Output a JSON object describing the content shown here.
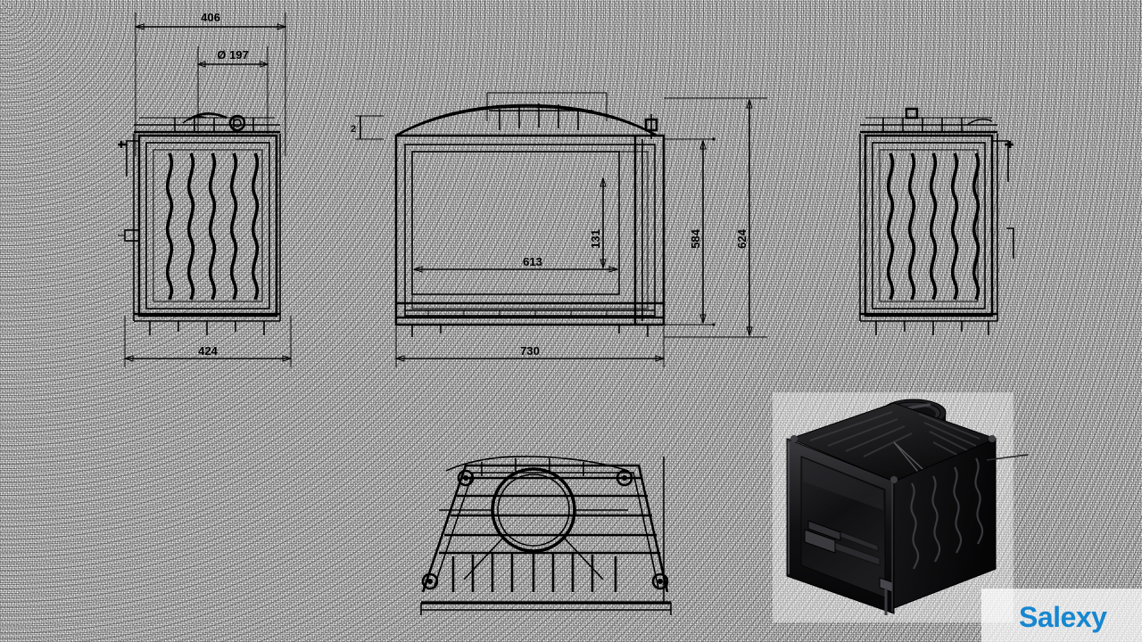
{
  "document": {
    "kind": "technical-drawing",
    "subject": "Cast-iron fireplace insert — orthographic views with dimensions",
    "watermark": "Salexy",
    "watermark_color": "#1787d0",
    "background_color": "#ffffff",
    "line_color": "#000000"
  },
  "dimensions": {
    "left_view_width_overall": "406",
    "left_view_flue_diameter": "Ø 197",
    "left_view_bottom": "424",
    "front_view_inner_width": "613",
    "front_view_bottom": "730",
    "front_view_height_a": "131",
    "front_view_height_b": "584",
    "front_view_height_c": "624",
    "front_view_top_tick": "2"
  },
  "views": [
    {
      "name": "left-side-elevation",
      "label": ""
    },
    {
      "name": "front-elevation",
      "label": ""
    },
    {
      "name": "right-side-elevation",
      "label": ""
    },
    {
      "name": "top-plan-view",
      "label": ""
    },
    {
      "name": "product-photo-3d",
      "label": ""
    }
  ],
  "product_photo": {
    "description": "Black cast-iron fireplace insert, glass front door, round flue collar on top, ribbed side panel",
    "body_color": "#0d0d0d",
    "glass_color": "#1a1a1c",
    "highlight_color": "#5a5a5e"
  }
}
